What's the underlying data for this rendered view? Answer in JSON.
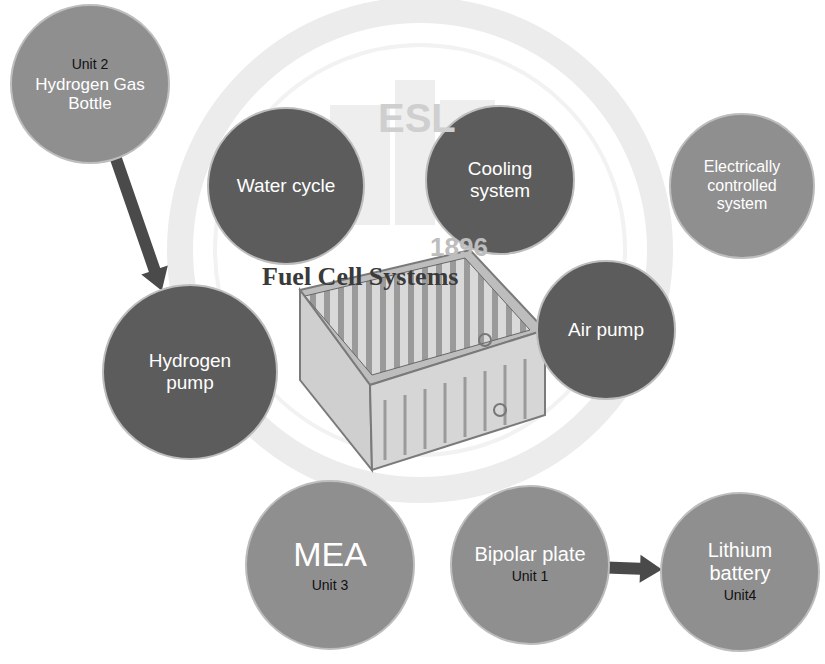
{
  "diagram": {
    "nodes": [
      {
        "text": [
          "Unit 2",
          "Hydrogen Gas Bottle"
        ]
      },
      {
        "text": [
          "Water cycle"
        ]
      },
      {
        "text": [
          "Cooling system"
        ]
      },
      {
        "text": [
          "Electrically controlled system"
        ]
      },
      {
        "text": [
          "Hydrogen pump"
        ]
      },
      {
        "text": [
          "Air pump"
        ]
      },
      {
        "text": [
          "MEA",
          "Unit 3"
        ]
      },
      {
        "text": [
          "Bipolar plate",
          "Unit 1"
        ]
      },
      {
        "text": [
          "Lithium battery",
          "Unit4"
        ]
      }
    ],
    "edges": [
      {
        "from": 0,
        "to": 4,
        "arrow": "to"
      },
      {
        "from": 7,
        "to": 8,
        "arrow": "to"
      }
    ],
    "labels": [
      "ESL",
      "1896",
      "Fuel Cell Systems"
    ]
  }
}
